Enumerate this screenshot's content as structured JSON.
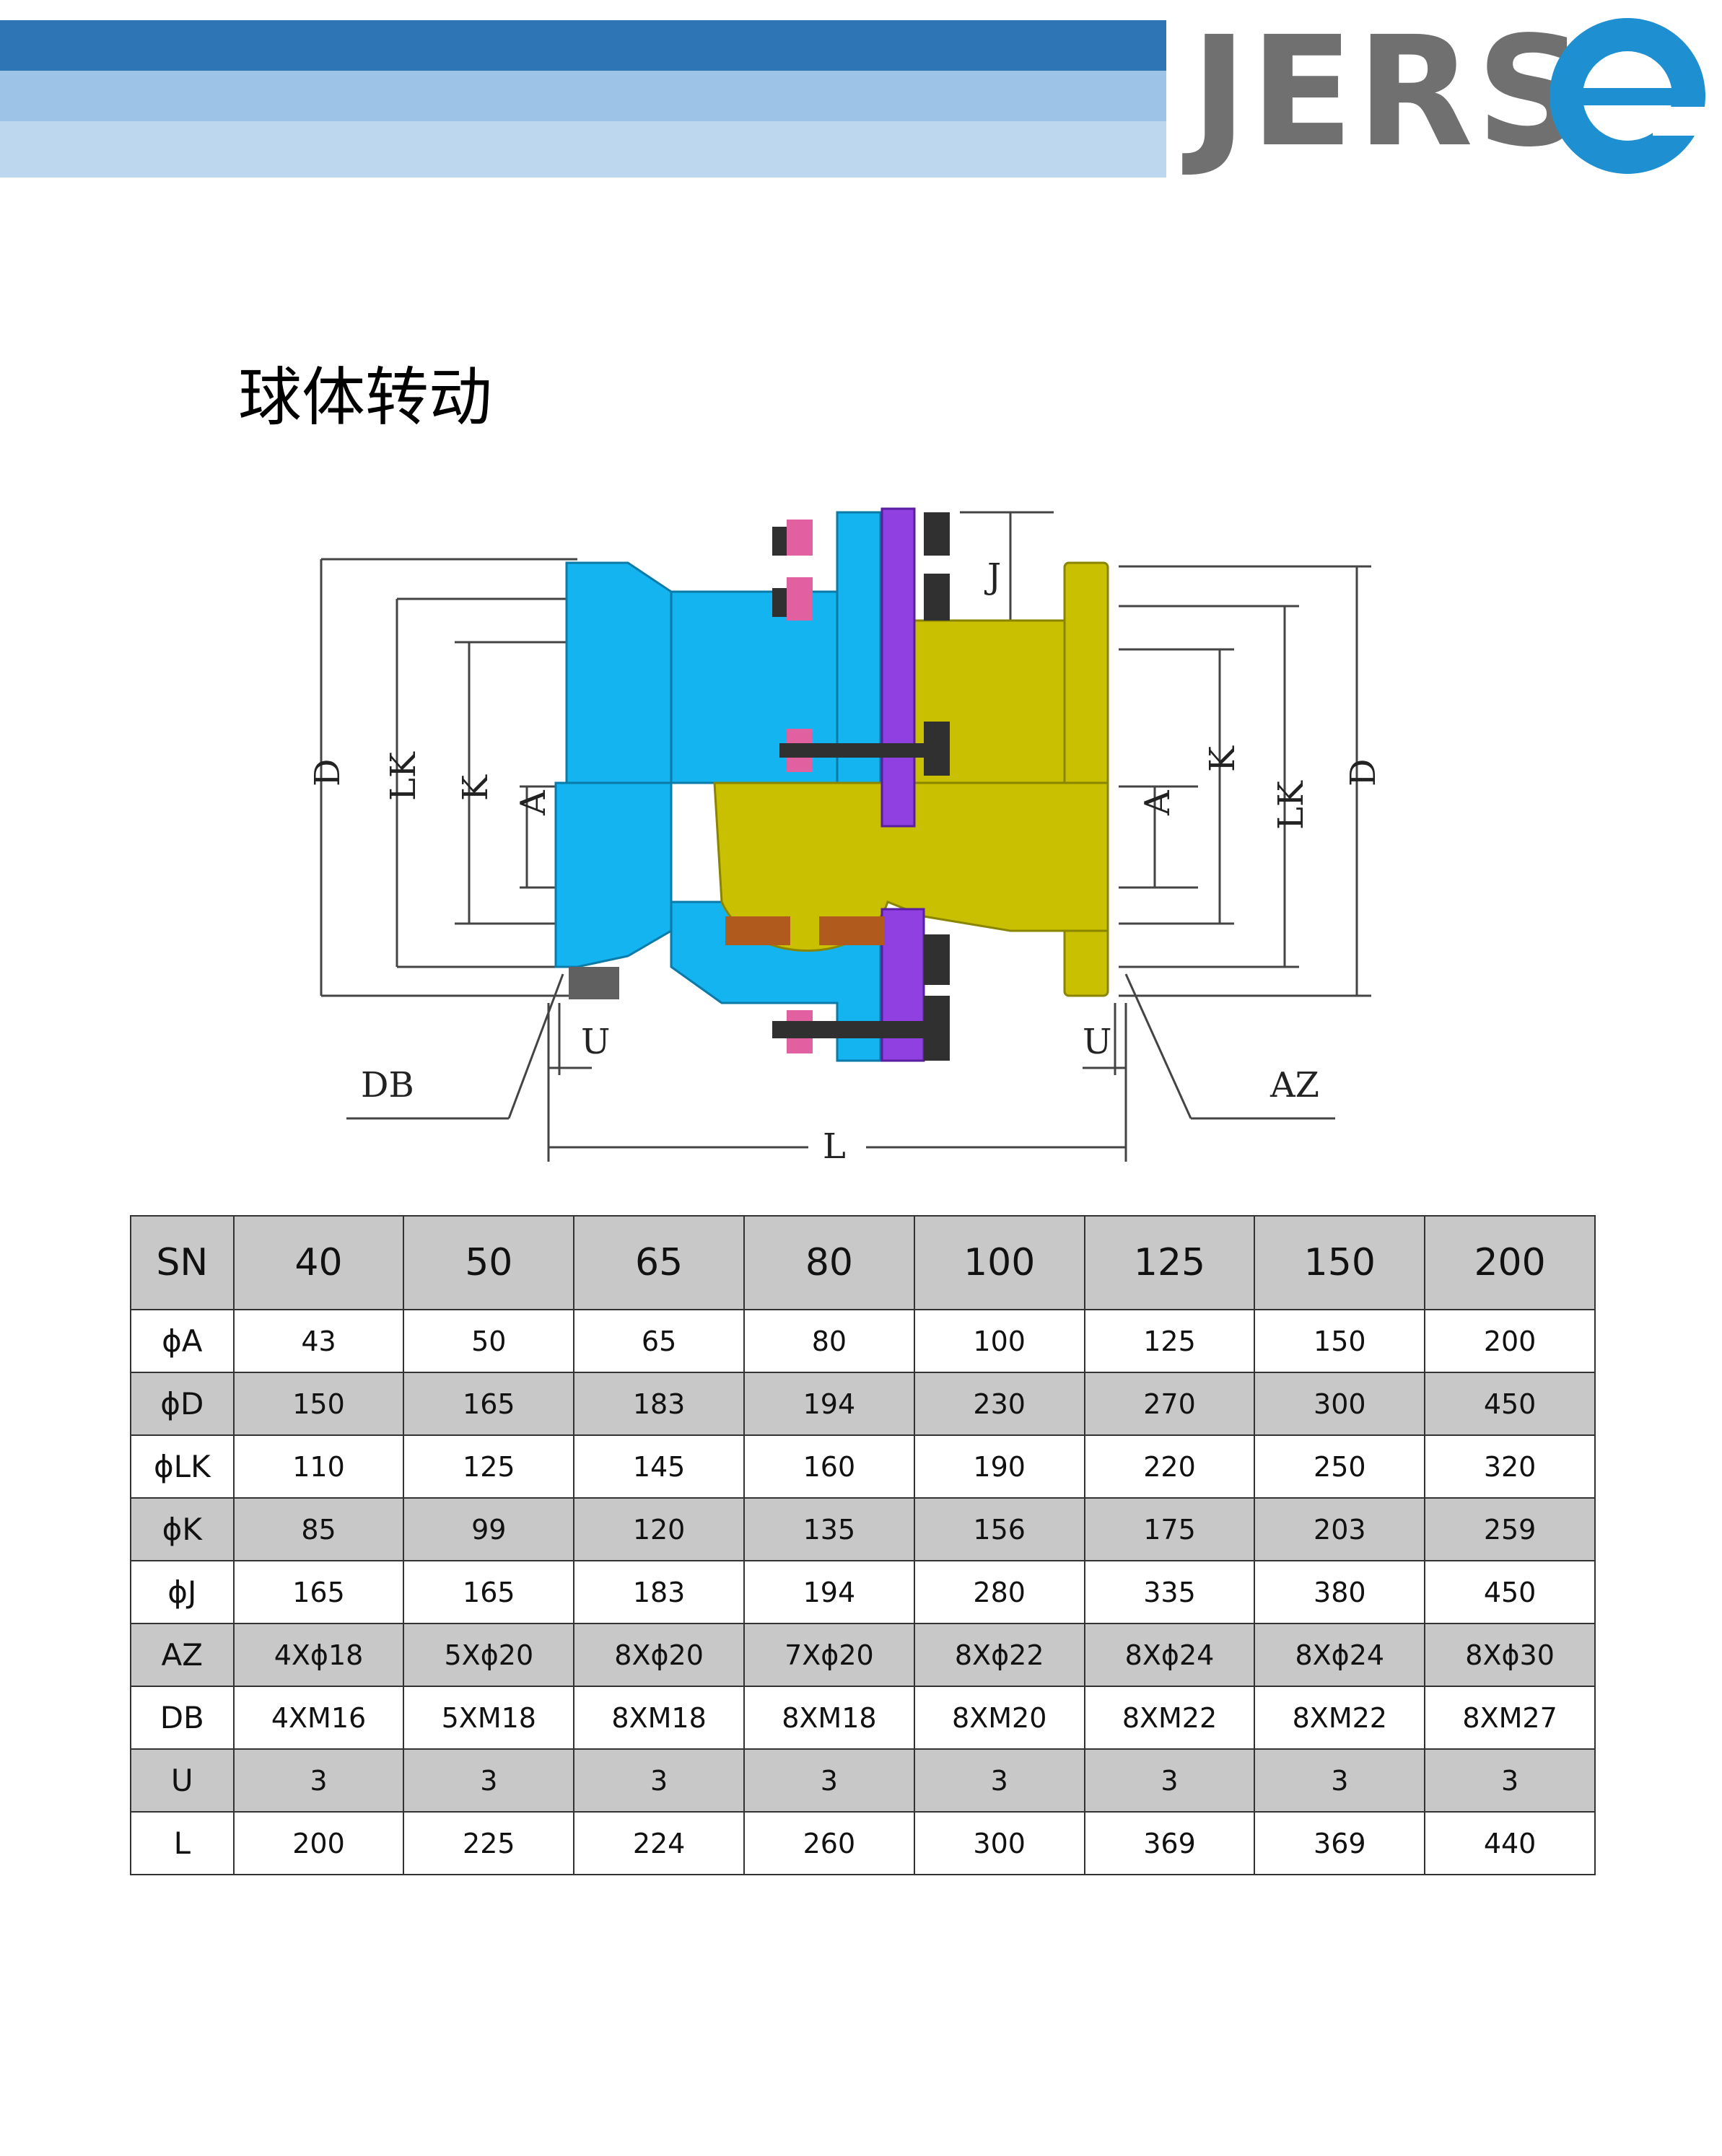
{
  "header": {
    "brand": "JERS",
    "brand_icon": "e-logo-icon",
    "band_colors": [
      "#2e75b6",
      "#9dc3e6",
      "#bdd7ee"
    ],
    "logo_blue": "#1e8fd0",
    "logo_gray": "#707070"
  },
  "title": "球体转动",
  "diagram": {
    "labels": {
      "D_left": "D",
      "LK_left": "LK",
      "K_left": "K",
      "A_left": "A",
      "J": "J",
      "A_right": "A",
      "K_right": "K",
      "LK_right": "LK",
      "D_right": "D",
      "U_left": "U",
      "U_right": "U",
      "DB": "DB",
      "AZ": "AZ",
      "L": "L"
    },
    "colors": {
      "blue_body": "#14b4f0",
      "yellow_body": "#c8c000",
      "purple_flange": "#9040e0",
      "bolt": "#303030",
      "nut_pink": "#e060a0",
      "seal_brown": "#b05a1e"
    }
  },
  "table": {
    "header": [
      "SN",
      "40",
      "50",
      "65",
      "80",
      "100",
      "125",
      "150",
      "200"
    ],
    "rows": [
      [
        "ϕA",
        "43",
        "50",
        "65",
        "80",
        "100",
        "125",
        "150",
        "200"
      ],
      [
        "ϕD",
        "150",
        "165",
        "183",
        "194",
        "230",
        "270",
        "300",
        "450"
      ],
      [
        "ϕLK",
        "110",
        "125",
        "145",
        "160",
        "190",
        "220",
        "250",
        "320"
      ],
      [
        "ϕK",
        "85",
        "99",
        "120",
        "135",
        "156",
        "175",
        "203",
        "259"
      ],
      [
        "ϕJ",
        "165",
        "165",
        "183",
        "194",
        "280",
        "335",
        "380",
        "450"
      ],
      [
        "AZ",
        "4Xϕ18",
        "5Xϕ20",
        "8Xϕ20",
        "7Xϕ20",
        "8Xϕ22",
        "8Xϕ24",
        "8Xϕ24",
        "8Xϕ30"
      ],
      [
        "DB",
        "4XM16",
        "5XM18",
        "8XM18",
        "8XM18",
        "8XM20",
        "8XM22",
        "8XM22",
        "8XM27"
      ],
      [
        "U",
        "3",
        "3",
        "3",
        "3",
        "3",
        "3",
        "3",
        "3"
      ],
      [
        "L",
        "200",
        "225",
        "224",
        "260",
        "300",
        "369",
        "369",
        "440"
      ]
    ],
    "shade_color": "#c8c8c8"
  }
}
